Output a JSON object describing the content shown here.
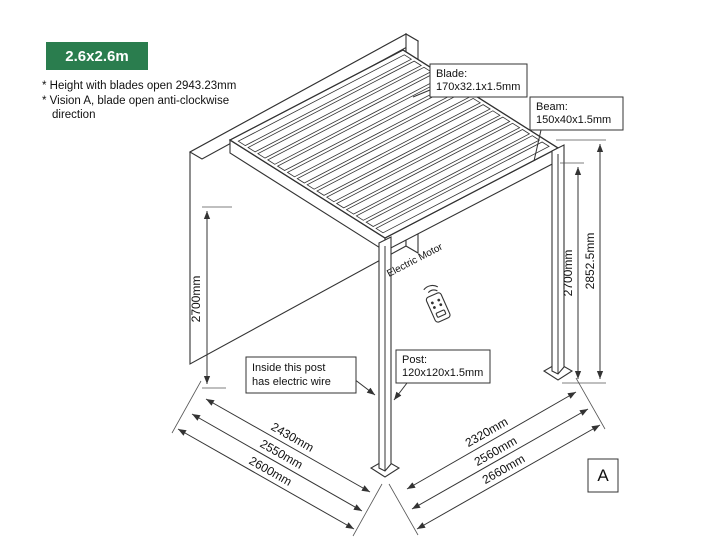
{
  "badge": {
    "label": "2.6x2.6m",
    "color": "#2a7d4e"
  },
  "notes": {
    "line1": "* Height with blades open 2943.23mm",
    "line2": "* Vision A, blade open anti-clockwise",
    "line3": "direction"
  },
  "callouts": {
    "blade": {
      "title": "Blade:",
      "value": "170x32.1x1.5mm"
    },
    "beam": {
      "title": "Beam:",
      "value": "150x40x1.5mm"
    },
    "post": {
      "title": "Post:",
      "value": "120x120x1.5mm"
    },
    "wire": {
      "line1": "Inside this post",
      "line2": "has electric wire"
    }
  },
  "diagram": {
    "electric_motor": "Electric Motor",
    "vision_marker": "A"
  },
  "dims": {
    "left_height": "2700mm",
    "post_height": "2700mm",
    "total_height": "2852.5mm",
    "base_left": [
      "2430mm",
      "2550mm",
      "2600mm"
    ],
    "base_right": [
      "2320mm",
      "2560mm",
      "2660mm"
    ]
  }
}
